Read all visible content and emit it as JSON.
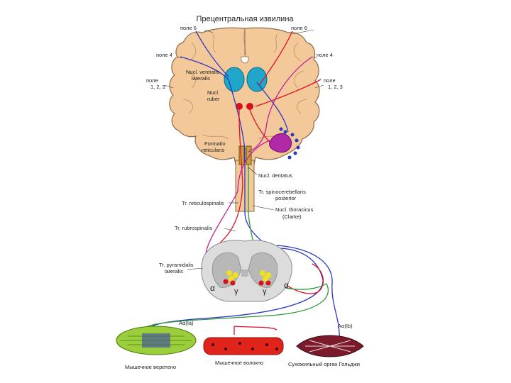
{
  "title": "Прецентральная извилина",
  "labels": {
    "pole6_left": "поле 6",
    "pole6_right": "поле 6",
    "pole4_left": "поле 4",
    "pole4_right": "поле 4",
    "pole123_left_a": "поле",
    "pole123_left_b": "1, 2, 3",
    "pole123_right_a": "поле",
    "pole123_right_b": "1, 2, 3",
    "nucl_ventralis_a": "Nucl. ventralis",
    "nucl_ventralis_b": "lateralis",
    "nucl_ruber_a": "Nucl.",
    "nucl_ruber_b": "ruber",
    "formatio_a": "Formatio",
    "formatio_b": "reticularis",
    "nucl_dentatus": "Nucl. dentatus",
    "tr_spinocerebellaris_a": "Tr. spinocerebellaris",
    "tr_spinocerebellaris_b": "posterior",
    "tr_reticulospinalis": "Tr. reticulospinalis",
    "nucl_thoracicus_a": "Nucl. thoracicus",
    "nucl_thoracicus_b": "(Clarke)",
    "tr_rubrospinalis": "Tr. rubrospinalis",
    "tr_pyramidalis_a": "Tr. pyramidalis",
    "tr_pyramidalis_b": "lateralis",
    "alpha_left": "α",
    "alpha_right": "α",
    "gamma_left": "γ",
    "gamma_right": "γ",
    "aa_ia": "Aα(Ia)",
    "aa_ib": "Aα(Ib)",
    "spindle": "Мышечное веретено",
    "fiber": "Мышечное волокно",
    "golgi": "Сухожильный орган Гольджи"
  },
  "colors": {
    "brain": "#f4c99a",
    "brain_outline": "#8a6a4a",
    "thalamus": "#1fa6c9",
    "red_nucleus": "#d8101c",
    "path_blue": "#2b34c8",
    "path_red": "#e0102a",
    "path_magenta": "#c0209a",
    "path_green": "#2e9a3a",
    "spinal_grey": "#c8c8c8",
    "spindle_green": "#9ccd3a",
    "muscle_red": "#e0241c",
    "golgi_dark": "#7a1a2a"
  }
}
